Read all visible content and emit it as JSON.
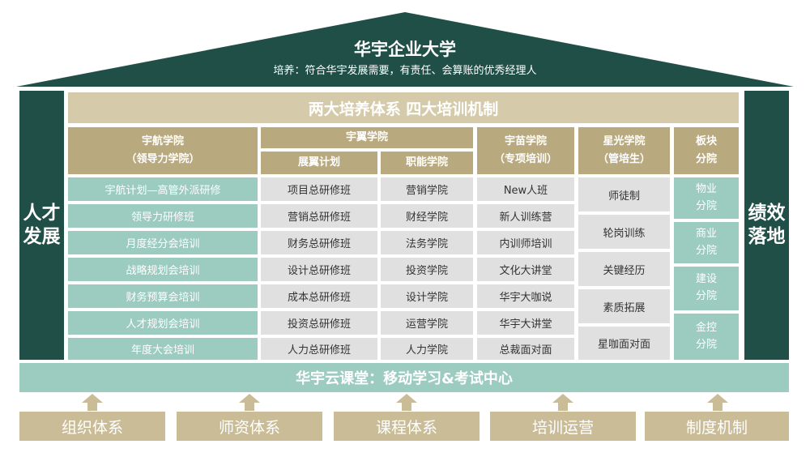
{
  "roof": {
    "title": "华宇企业大学",
    "subtitle": "培养：符合华宇发展需要，有责任、会算账的优秀经理人"
  },
  "pillars": {
    "left": "人才发展",
    "right": "绩效落地"
  },
  "top_band": "两大培养体系 四大培训机制",
  "colleges": {
    "yuhang": {
      "header": [
        "宇航学院",
        "（领导力学院）"
      ],
      "items": [
        "宇航计划—高管外派研修",
        "领导力研修班",
        "月度经分会培训",
        "战略规划会培训",
        "财务预算会培训",
        "人才规划会培训",
        "年度大会培训"
      ]
    },
    "yuyi": {
      "header": "宇翼学院",
      "zhanyi_header": "展翼计划",
      "zhanyi_items": [
        "项目总研修班",
        "营销总研修班",
        "财务总研修班",
        "设计总研修班",
        "成本总研修班",
        "投资总研修班",
        "人力总研修班"
      ],
      "zhineng_header": "职能学院",
      "zhineng_items": [
        "营销学院",
        "财经学院",
        "法务学院",
        "投资学院",
        "设计学院",
        "运营学院",
        "人力学院"
      ]
    },
    "yumiao": {
      "header": [
        "宇苗学院",
        "（专项培训）"
      ],
      "items": [
        "New人班",
        "新人训练营",
        "内训师培训",
        "文化大讲堂",
        "华宇大咖说",
        "华宇大讲堂",
        "总裁面对面"
      ]
    },
    "xingguang": {
      "header": [
        "星光学院",
        "（管培生）"
      ],
      "items": [
        "师徒制",
        "轮岗训练",
        "关键经历",
        "素质拓展",
        "星咖面对面"
      ]
    },
    "bankuai": {
      "header": [
        "板块",
        "分院"
      ],
      "items": [
        [
          "物业",
          "分院"
        ],
        [
          "商业",
          "分院"
        ],
        [
          "建设",
          "分院"
        ],
        [
          "金控",
          "分院"
        ]
      ]
    }
  },
  "cloud_band": "华宇云课堂：移动学习&考试中心",
  "foundations": [
    "组织体系",
    "师资体系",
    "课程体系",
    "培训运营",
    "制度机制"
  ],
  "colors": {
    "dark_green": "#1f4f47",
    "mint": "#9ccbbf",
    "tan": "#b9a97e",
    "light_tan": "#d5cbaa",
    "grey": "#e0e0e0"
  }
}
